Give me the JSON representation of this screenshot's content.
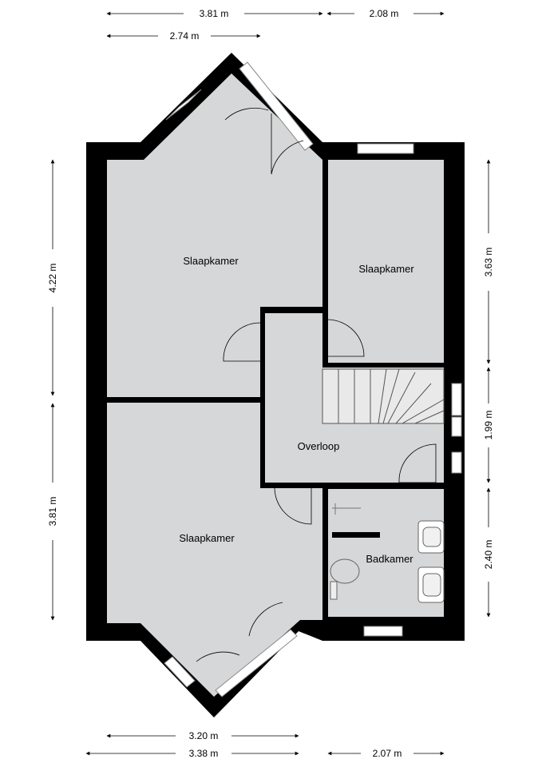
{
  "rooms": {
    "bedroom_top_left": "Slaapkamer",
    "bedroom_top_right": "Slaapkamer",
    "landing": "Overloop",
    "bedroom_bottom_left": "Slaapkamer",
    "bathroom": "Badkamer"
  },
  "dimensions": {
    "top_width_left": "3.81 m",
    "top_width_right": "2.08 m",
    "top_width_inner": "2.74 m",
    "left_upper_height": "4.22 m",
    "left_lower_height": "3.81 m",
    "right_upper_height": "3.63 m",
    "right_middle_height": "1.99 m",
    "right_lower_height": "2.40 m",
    "bottom_width_inner": "3.20 m",
    "bottom_width_left": "3.38 m",
    "bottom_width_right": "2.07 m"
  },
  "colors": {
    "wall": "#000000",
    "floor": "#d6d7d8",
    "window_frame": "#ffffff"
  }
}
